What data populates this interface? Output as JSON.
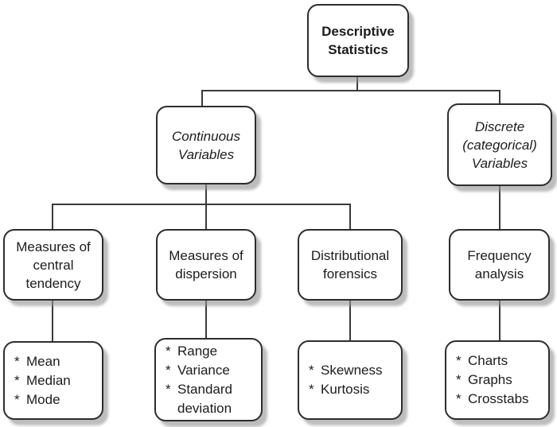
{
  "diagram": {
    "type": "tree-flowchart",
    "title": "Descriptive Statistics",
    "bullet_char": "*",
    "colors": {
      "background": "#ffffff",
      "node_fill": "#ffffff",
      "node_border": "#2d2d2d",
      "connector": "#3a3a3a",
      "shadow": "#919191",
      "text": "#1c1c1c"
    }
  },
  "nodes": {
    "root": {
      "label": "Descriptive Statistics"
    },
    "continuous": {
      "label": "Continuous Variables"
    },
    "discrete": {
      "label": "Discrete (categorical) Variables"
    },
    "central_tendency": {
      "label": "Measures of central tendency"
    },
    "dispersion": {
      "label": "Measures of dispersion"
    },
    "forensics": {
      "label": "Distributional forensics"
    },
    "frequency": {
      "label": "Frequency analysis"
    },
    "central_tendency_items": [
      "Mean",
      "Median",
      "Mode"
    ],
    "dispersion_items": [
      "Range",
      "Variance",
      "Standard deviation"
    ],
    "forensics_items": [
      "Skewness",
      "Kurtosis"
    ],
    "frequency_items": [
      "Charts",
      "Graphs",
      "Crosstabs"
    ]
  },
  "hierarchy": {
    "Descriptive Statistics": {
      "Continuous Variables": {
        "Measures of central tendency": [
          "Mean",
          "Median",
          "Mode"
        ],
        "Measures of dispersion": [
          "Range",
          "Variance",
          "Standard deviation"
        ],
        "Distributional forensics": [
          "Skewness",
          "Kurtosis"
        ]
      },
      "Discrete (categorical) Variables": {
        "Frequency analysis": [
          "Charts",
          "Graphs",
          "Crosstabs"
        ]
      }
    }
  }
}
